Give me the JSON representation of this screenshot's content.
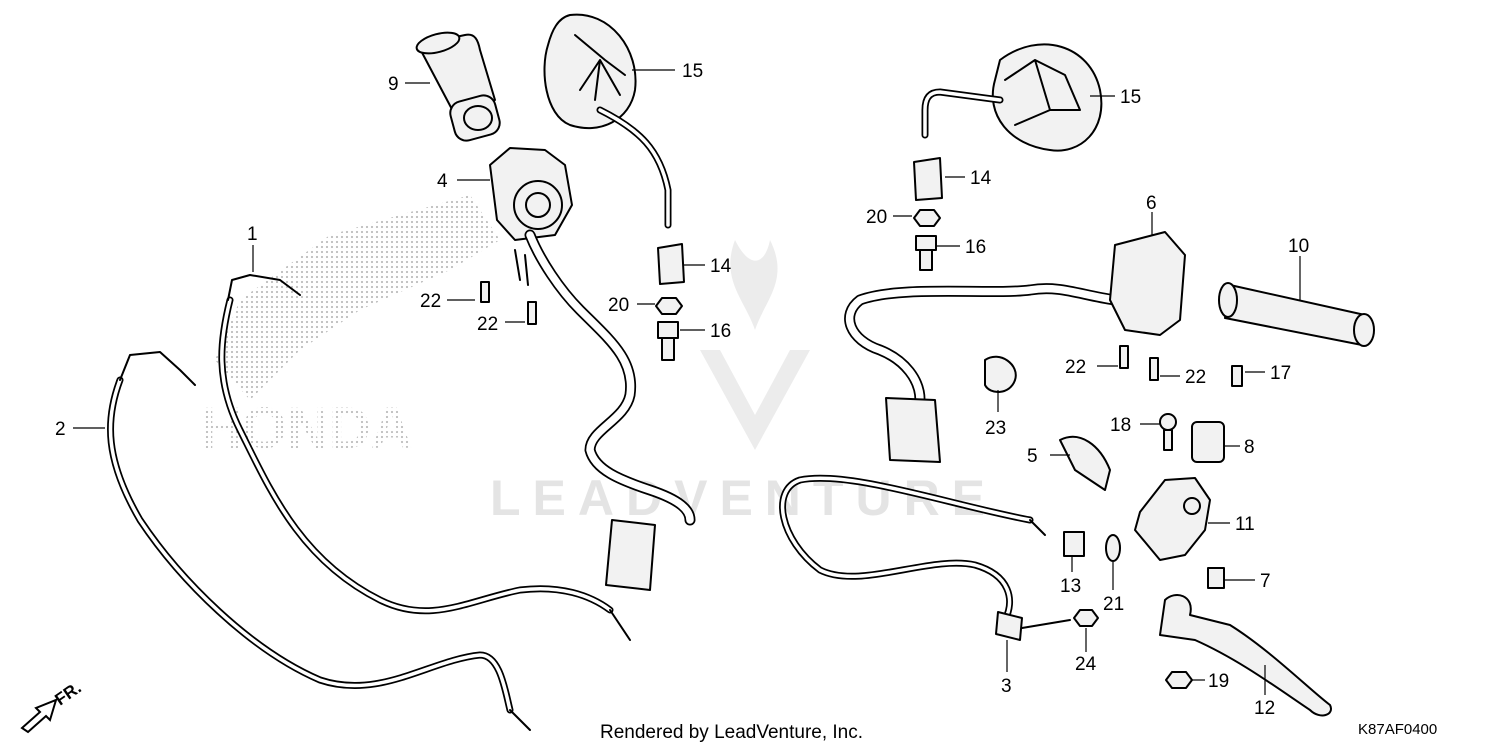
{
  "callouts": {
    "c1": "1",
    "c2": "2",
    "c3": "3",
    "c4": "4",
    "c5": "5",
    "c6": "6",
    "c7": "7",
    "c8": "8",
    "c9": "9",
    "c10": "10",
    "c11": "11",
    "c12": "12",
    "c13": "13",
    "c14a": "14",
    "c14b": "14",
    "c15a": "15",
    "c15b": "15",
    "c16a": "16",
    "c16b": "16",
    "c17": "17",
    "c18": "18",
    "c19": "19",
    "c20a": "20",
    "c20b": "20",
    "c21": "21",
    "c22a": "22",
    "c22b": "22",
    "c22c": "22",
    "c22d": "22",
    "c23": "23",
    "c24": "24"
  },
  "footer": {
    "rendered_by": "Rendered by LeadVenture, Inc.",
    "diagram_code": "K87AF0400",
    "direction_label": "FR."
  },
  "watermark": {
    "brand_text": "HONDA",
    "leadventure_text": "LEADVENTURE"
  },
  "colors": {
    "line": "#000000",
    "watermark": "#e4e4e4",
    "background": "#ffffff"
  }
}
